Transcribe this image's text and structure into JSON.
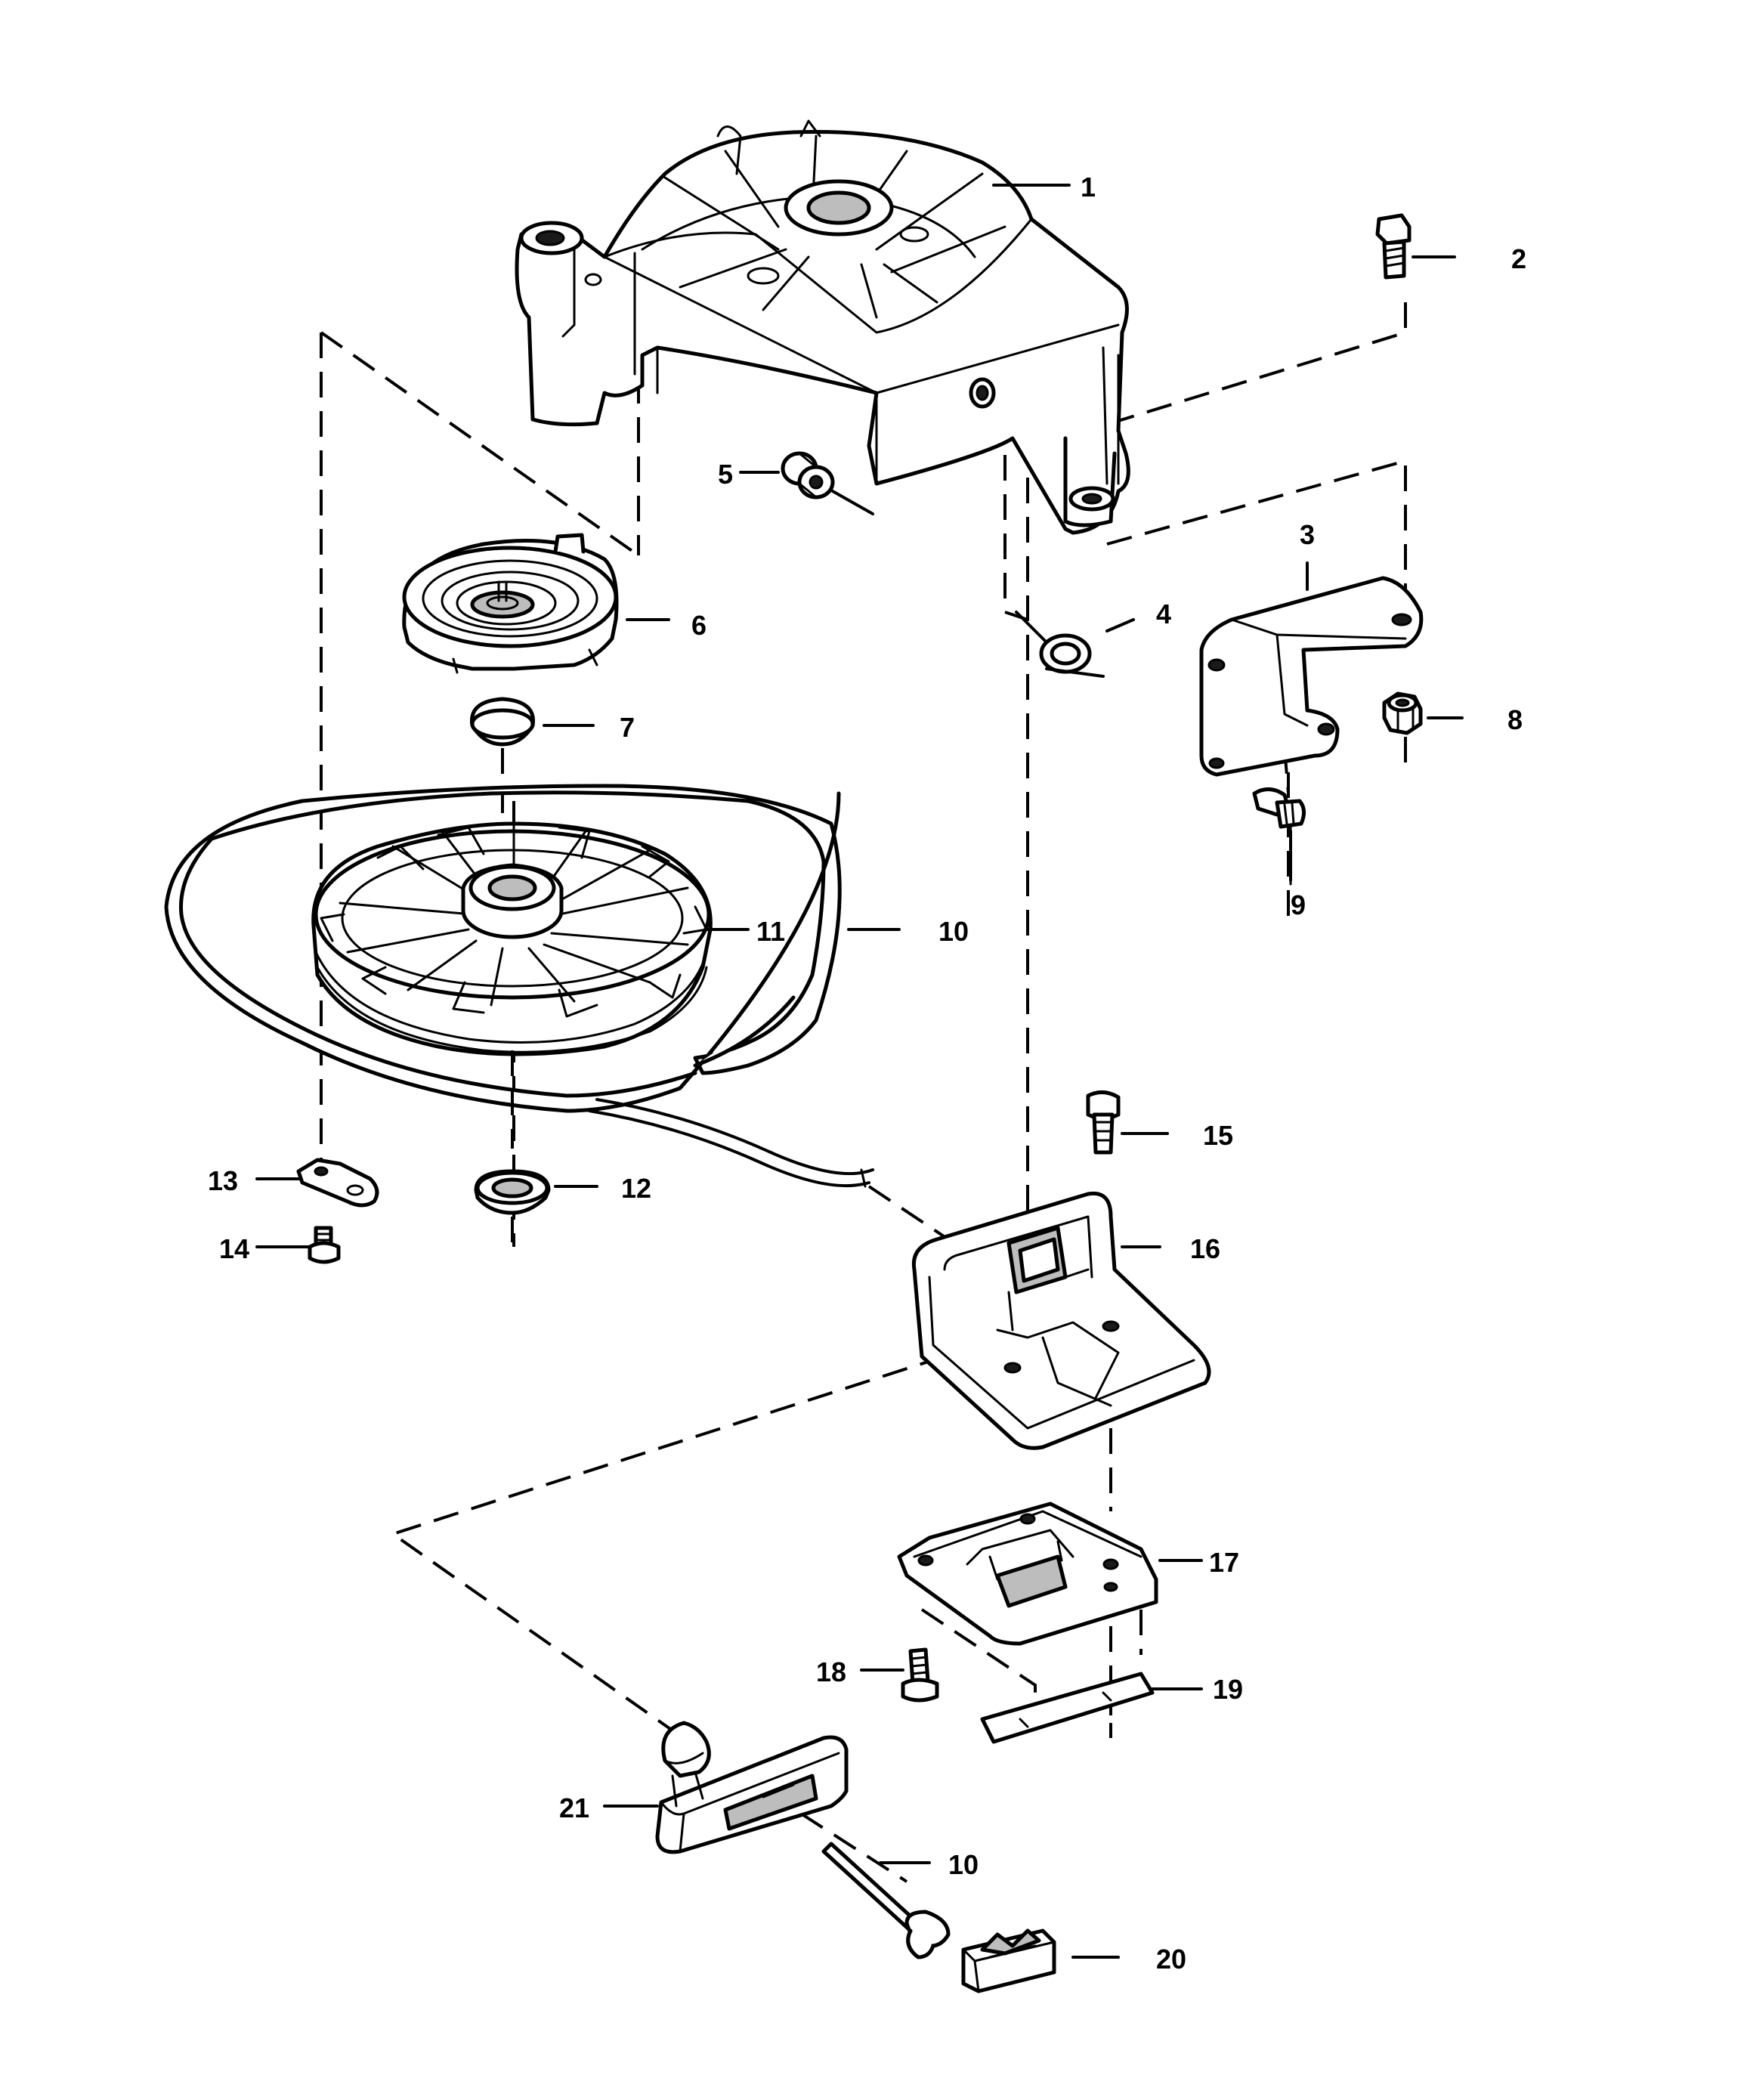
{
  "callouts": [
    {
      "id": "c1",
      "text": "1"
    },
    {
      "id": "c2",
      "text": "2"
    },
    {
      "id": "c3",
      "text": "3"
    },
    {
      "id": "c4",
      "text": "4"
    },
    {
      "id": "c5",
      "text": "5"
    },
    {
      "id": "c6",
      "text": "6"
    },
    {
      "id": "c7",
      "text": "7"
    },
    {
      "id": "c8",
      "text": "8"
    },
    {
      "id": "c9",
      "text": "9"
    },
    {
      "id": "c10a",
      "text": "10"
    },
    {
      "id": "c11",
      "text": "11"
    },
    {
      "id": "c12",
      "text": "12"
    },
    {
      "id": "c13",
      "text": "13"
    },
    {
      "id": "c14",
      "text": "14"
    },
    {
      "id": "c15",
      "text": "15"
    },
    {
      "id": "c16",
      "text": "16"
    },
    {
      "id": "c17",
      "text": "17"
    },
    {
      "id": "c18",
      "text": "18"
    },
    {
      "id": "c19",
      "text": "19"
    },
    {
      "id": "c10b",
      "text": "10"
    },
    {
      "id": "c20",
      "text": "20"
    },
    {
      "id": "c21",
      "text": "21"
    }
  ]
}
